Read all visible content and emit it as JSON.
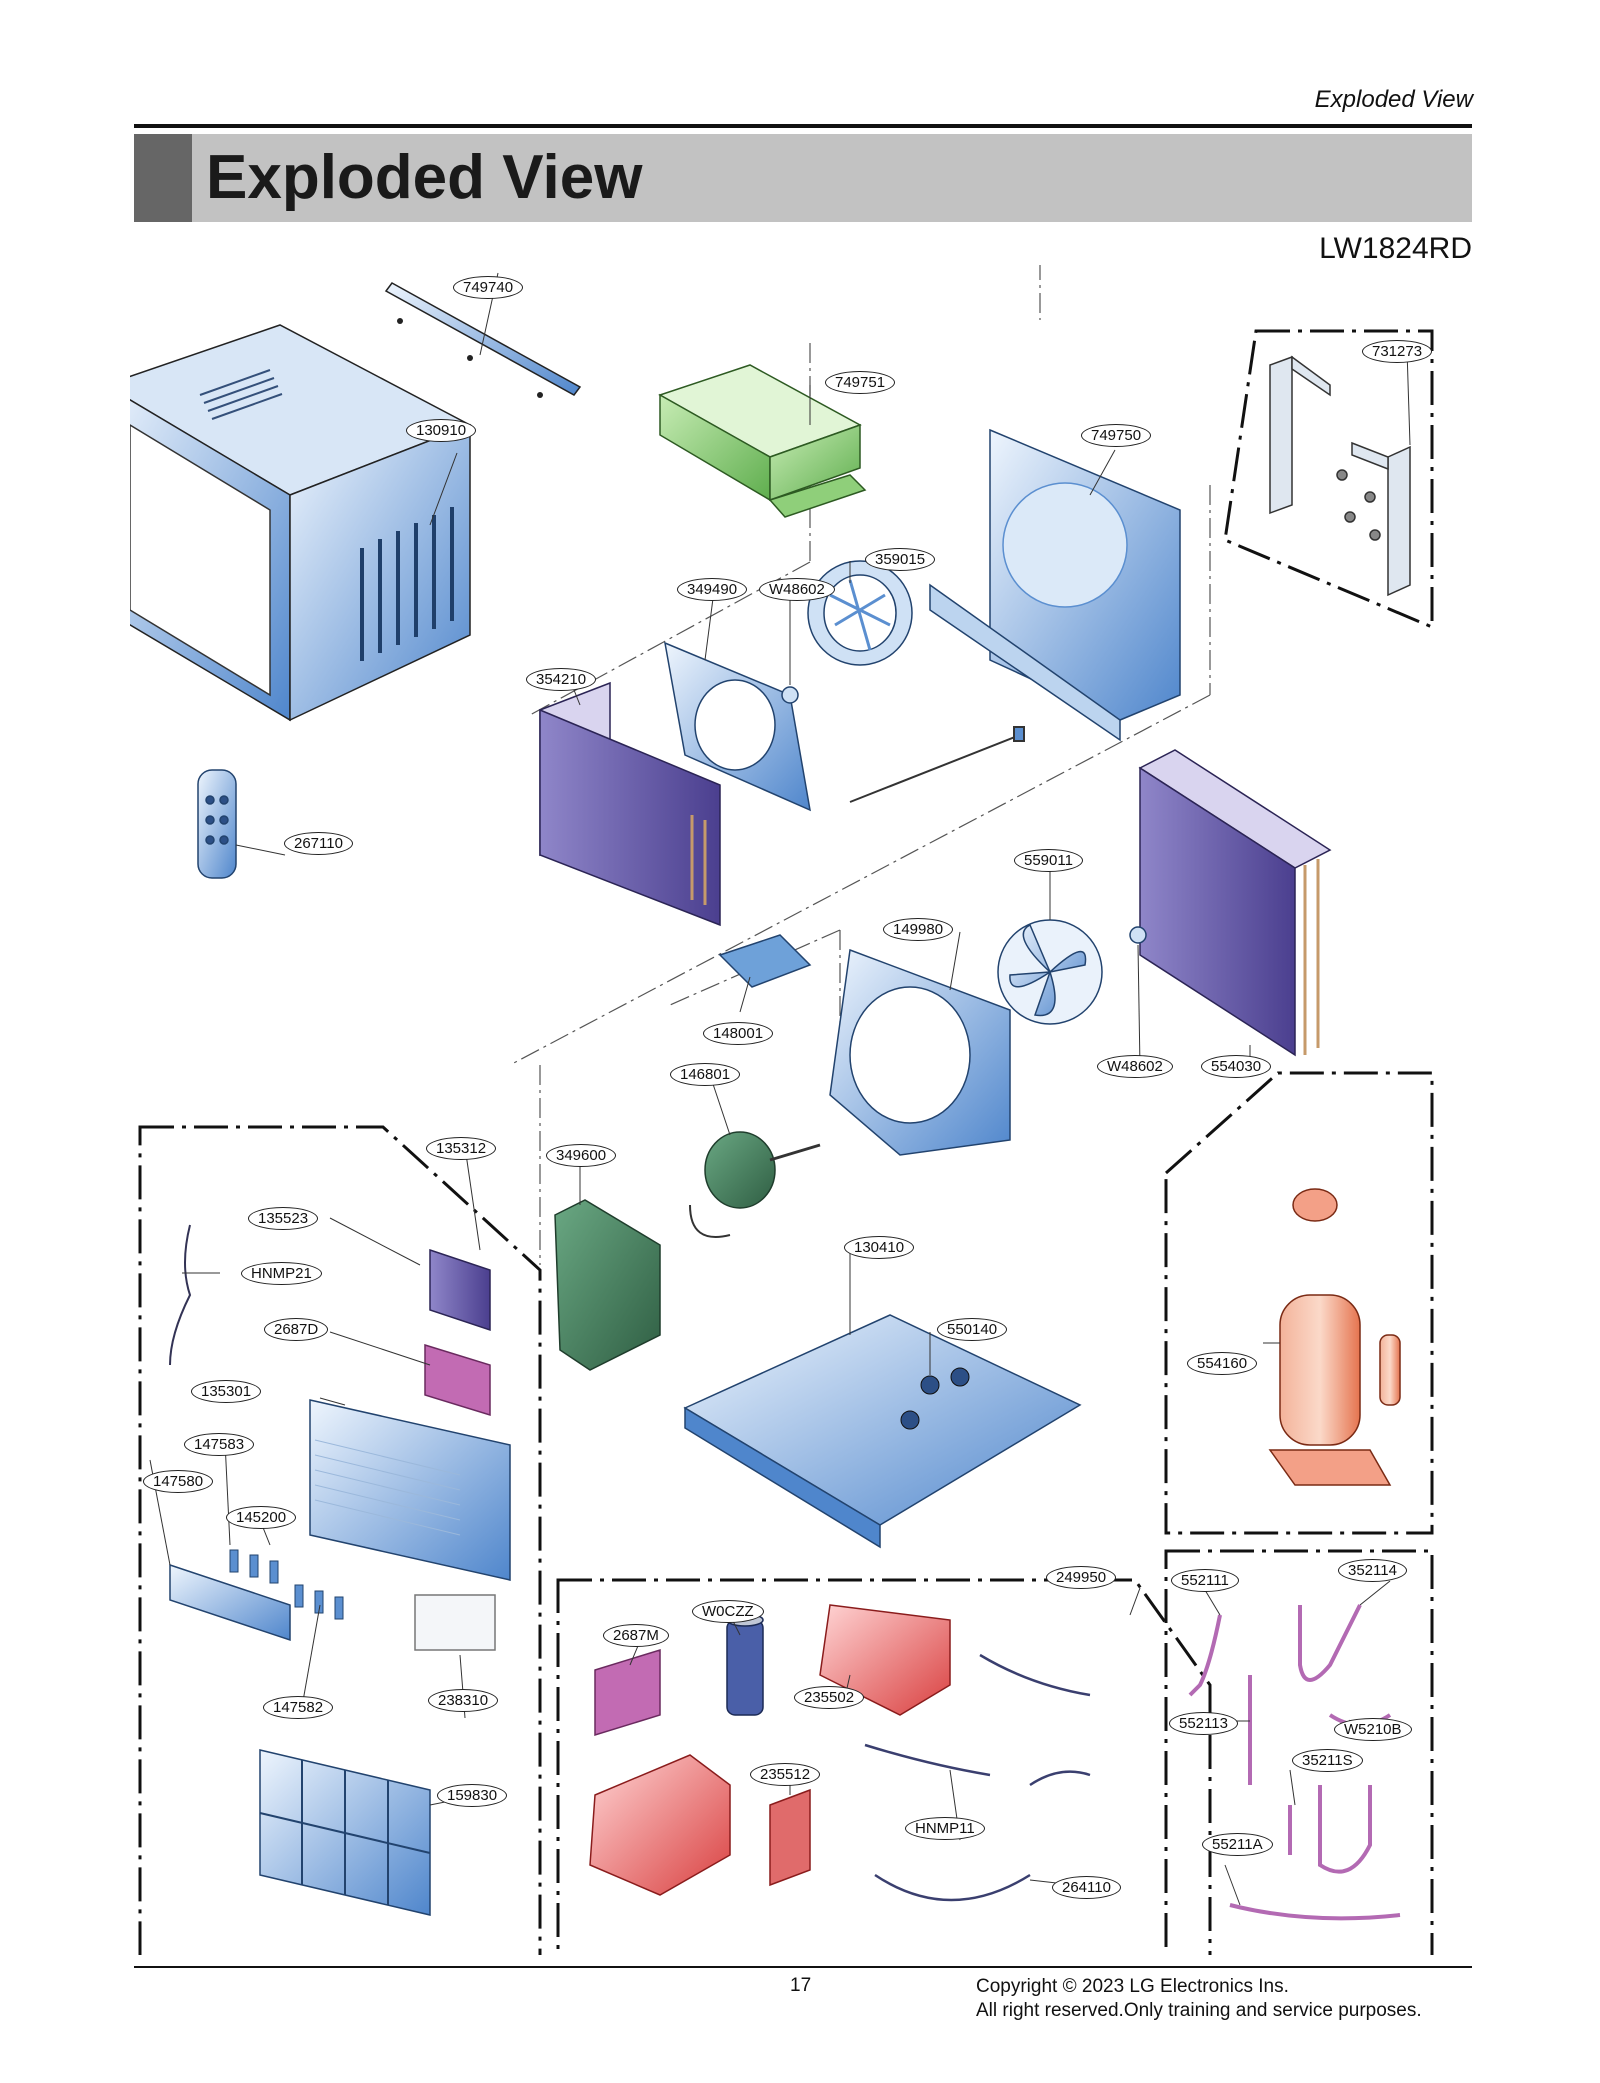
{
  "header": {
    "section": "Exploded View",
    "title": "Exploded View",
    "model": "LW1824RD"
  },
  "parts": [
    {
      "id": "749740",
      "label": "749740"
    },
    {
      "id": "749751",
      "label": "749751"
    },
    {
      "id": "731273",
      "label": "731273"
    },
    {
      "id": "130910",
      "label": "130910"
    },
    {
      "id": "749750",
      "label": "749750"
    },
    {
      "id": "359015",
      "label": "359015"
    },
    {
      "id": "349490",
      "label": "349490"
    },
    {
      "id": "W48602a",
      "label": "W48602"
    },
    {
      "id": "354210",
      "label": "354210"
    },
    {
      "id": "267110",
      "label": "267110"
    },
    {
      "id": "559011",
      "label": "559011"
    },
    {
      "id": "149980",
      "label": "149980"
    },
    {
      "id": "148001",
      "label": "148001"
    },
    {
      "id": "146801",
      "label": "146801"
    },
    {
      "id": "W48602b",
      "label": "W48602"
    },
    {
      "id": "554030",
      "label": "554030"
    },
    {
      "id": "135312",
      "label": "135312"
    },
    {
      "id": "349600",
      "label": "349600"
    },
    {
      "id": "135523",
      "label": "135523"
    },
    {
      "id": "HNMP21",
      "label": "HNMP21"
    },
    {
      "id": "130410",
      "label": "130410"
    },
    {
      "id": "2687D",
      "label": "2687D"
    },
    {
      "id": "550140",
      "label": "550140"
    },
    {
      "id": "554160",
      "label": "554160"
    },
    {
      "id": "135301",
      "label": "135301"
    },
    {
      "id": "147583",
      "label": "147583"
    },
    {
      "id": "147580",
      "label": "147580"
    },
    {
      "id": "145200",
      "label": "145200"
    },
    {
      "id": "249950",
      "label": "249950"
    },
    {
      "id": "552111",
      "label": "552111"
    },
    {
      "id": "352114",
      "label": "352114"
    },
    {
      "id": "W0CZZ",
      "label": "W0CZZ"
    },
    {
      "id": "2687M",
      "label": "2687M"
    },
    {
      "id": "235502",
      "label": "235502"
    },
    {
      "id": "147582",
      "label": "147582"
    },
    {
      "id": "238310",
      "label": "238310"
    },
    {
      "id": "552113",
      "label": "552113"
    },
    {
      "id": "W5210B",
      "label": "W5210B"
    },
    {
      "id": "35211S",
      "label": "35211S"
    },
    {
      "id": "235512",
      "label": "235512"
    },
    {
      "id": "159830",
      "label": "159830"
    },
    {
      "id": "HNMP11",
      "label": "HNMP11"
    },
    {
      "id": "55211A",
      "label": "55211A"
    },
    {
      "id": "264110",
      "label": "264110"
    }
  ],
  "colors": {
    "blue_part": "#5b8fd0",
    "blue_light": "#dce9f7",
    "green_part": "#7cc36a",
    "purple_coil": "#6a5aa8",
    "dark_green": "#3f7d57",
    "pink_board": "#c26bb3",
    "red_part": "#e05a5a",
    "orange_comp": "#f08a6a",
    "pipe_purple": "#b36ab3",
    "title_bar": "#c2c2c2",
    "title_tab": "#666666"
  },
  "footer": {
    "page": "17",
    "copyright_1": "Copyright © 2023 LG Electronics Ins.",
    "copyright_2": "All right reserved.Only training and service purposes."
  }
}
